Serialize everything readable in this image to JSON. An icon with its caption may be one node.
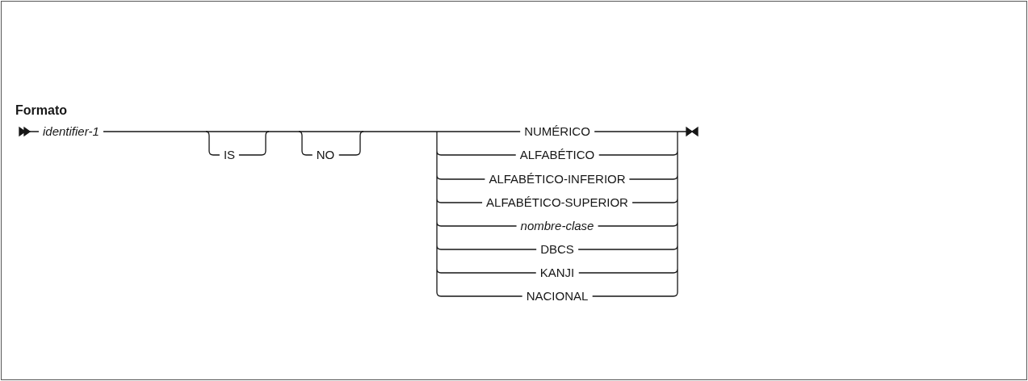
{
  "diagram": {
    "title": "Formato",
    "labels": [
      "identifier-1",
      "IS",
      "NO",
      "NUMÉRICO",
      "ALFABÉTICO",
      "ALFABÉTICO-INFERIOR",
      "ALFABÉTICO-SUPERIOR",
      "nombre-clase",
      "DBCS",
      "KANJI",
      "NACIONAL"
    ]
  }
}
